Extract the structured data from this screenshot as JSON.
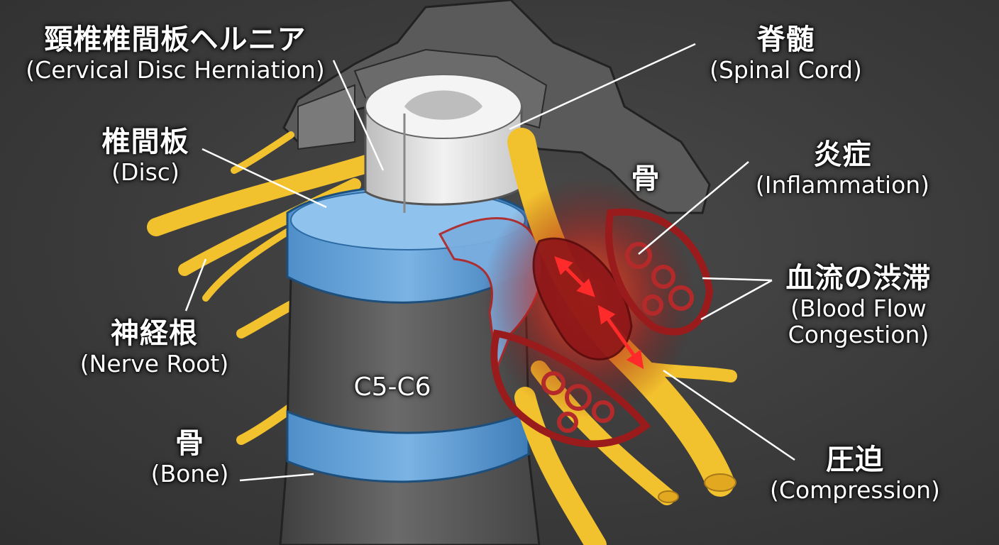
{
  "labels": {
    "herniation": {
      "ja": "頸椎椎間板ヘルニア",
      "en": "(Cervical Disc Herniation)"
    },
    "disc": {
      "ja": "椎間板",
      "en": "(Disc)"
    },
    "nerve_root": {
      "ja": "神経根",
      "en": "(Nerve Root)"
    },
    "bone_left": {
      "ja": "骨",
      "en": "(Bone)"
    },
    "spinal_cord": {
      "ja": "脊髄",
      "en": "(Spinal Cord)"
    },
    "bone_upper": {
      "ja": "骨"
    },
    "inflammation": {
      "ja": "炎症",
      "en": "(Inflammation)"
    },
    "congestion": {
      "ja": "血流の渋滞",
      "en_line1": "(Blood Flow",
      "en_line2": "Congestion)"
    },
    "compression": {
      "ja": "圧迫",
      "en": "(Compression)"
    },
    "level": "C5-C6"
  },
  "colors": {
    "background": "#3b3b3b",
    "bone": "#5e5e5e",
    "disc": "#5f9fd6",
    "nerve": "#f2c12e",
    "spinal_cord": "#e6e6e6",
    "inflammation": "#8e1518",
    "label_text": "#ffffff"
  }
}
